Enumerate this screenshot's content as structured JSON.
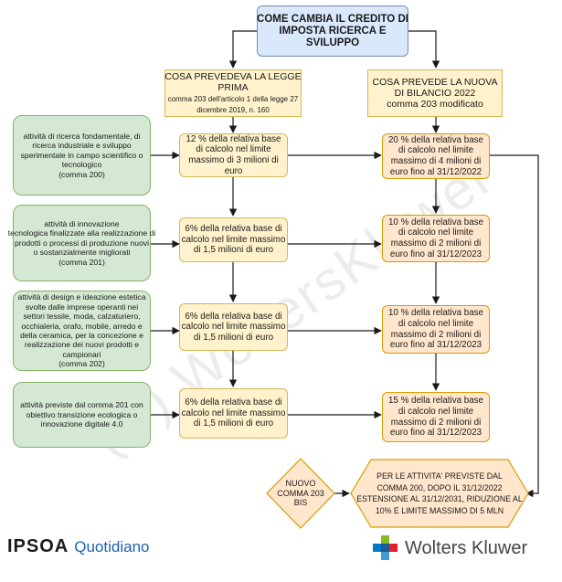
{
  "colors": {
    "title_fill": "#dae8fc",
    "column_fill": "#fff2cc",
    "green_fill": "#d5e8d4",
    "yellow_fill": "#fff2cc",
    "orange_fill": "#ffe6cc",
    "arrow": "#1a1a1a",
    "brand_blue": "#1c63b0"
  },
  "title": {
    "lines": [
      "COME CAMBIA IL CREDITO DI",
      "IMPOSTA RICERCA E",
      "SVILUPPO"
    ]
  },
  "col_left": {
    "lines": [
      "COSA PREVEDEVA LA LEGGE",
      "PRIMA"
    ],
    "small_lines": [
      "comma 203 dell'articolo 1 della legge 27",
      "dicembre 2019, n. 160"
    ]
  },
  "col_right": {
    "lines": [
      "COSA PREVEDE LA NUOVA",
      "DI BILANCIO 2022",
      "comma 203 modificato"
    ]
  },
  "activities": [
    {
      "lines": [
        "attività di ricerca fondamentale, di",
        "ricerca industriale e sviluppo",
        "sperimentale in campo scientifico o",
        "tecnologico",
        "(comma 200)"
      ]
    },
    {
      "lines": [
        "attività di innovazione",
        "tecnologica finalizzate alla realizzazione di",
        "prodotti o processi di produzione nuovi",
        "o sostanzialmente migliorati",
        "(comma 201)"
      ]
    },
    {
      "lines": [
        "attività di design e ideazione estetica",
        "svolte dalle imprese operanti nei",
        "settori tessile, moda, calzaturiero,",
        "occhialeria, orafo, mobile, arredo e",
        "della ceramica, per la concezione e",
        "realizzazione dei nuovi prodotti e",
        "campionari",
        "(comma 202)"
      ]
    },
    {
      "lines": [
        "attività previste dal comma 201 con",
        "obiettivo transizione ecologica o",
        "innovazione digitale 4.0"
      ]
    }
  ],
  "old_rates": [
    {
      "lines": [
        "12 % della relativa base",
        "di calcolo nel limite",
        "massimo di 3 milioni di",
        "euro"
      ]
    },
    {
      "lines": [
        "6% della relativa base di",
        "calcolo nel limite massimo",
        "di 1,5 milioni di euro"
      ]
    },
    {
      "lines": [
        "6% della relativa base di",
        "calcolo nel limite massimo",
        "di 1,5 milioni di euro"
      ]
    },
    {
      "lines": [
        "6% della relativa base di",
        "calcolo nel limite massimo",
        "di 1,5 milioni di euro"
      ]
    }
  ],
  "new_rates": [
    {
      "lines": [
        "20 % della relativa base",
        "di calcolo nel limite",
        "massimo di 4 milioni di",
        "euro fino al 31/12/2022"
      ]
    },
    {
      "lines": [
        "10 % della relativa base",
        "di calcolo nel limite",
        "massimo di 2 milioni di",
        "euro fino al 31/12/2023"
      ]
    },
    {
      "lines": [
        "10 % della relativa base",
        "di calcolo nel limite",
        "massimo di 2 milioni di",
        "euro fino al 31/12/2023"
      ]
    },
    {
      "lines": [
        "15 % della relativa base",
        "di calcolo nel limite",
        "massimo di 2 milioni di",
        "euro fino al 31/12/2023"
      ]
    }
  ],
  "nuovo_comma": {
    "lines": [
      "NUOVO",
      "COMMA 203",
      "BIS"
    ]
  },
  "final_note": {
    "lines": [
      "PER LE ATTIVITA' PREVISTE DAL",
      "COMMA 200, DOPO IL 31/12/2022",
      "ESTENSIONE AL 31/12/2031, RIDUZIONE AL",
      "10% E LIMITE MASSIMO DI 5 MLN"
    ]
  },
  "watermark": "(C) WoltersKluwer",
  "brand_left": {
    "word1": "IPSOA",
    "word2": "Quotidiano"
  },
  "brand_right": {
    "word": "Wolters Kluwer"
  }
}
